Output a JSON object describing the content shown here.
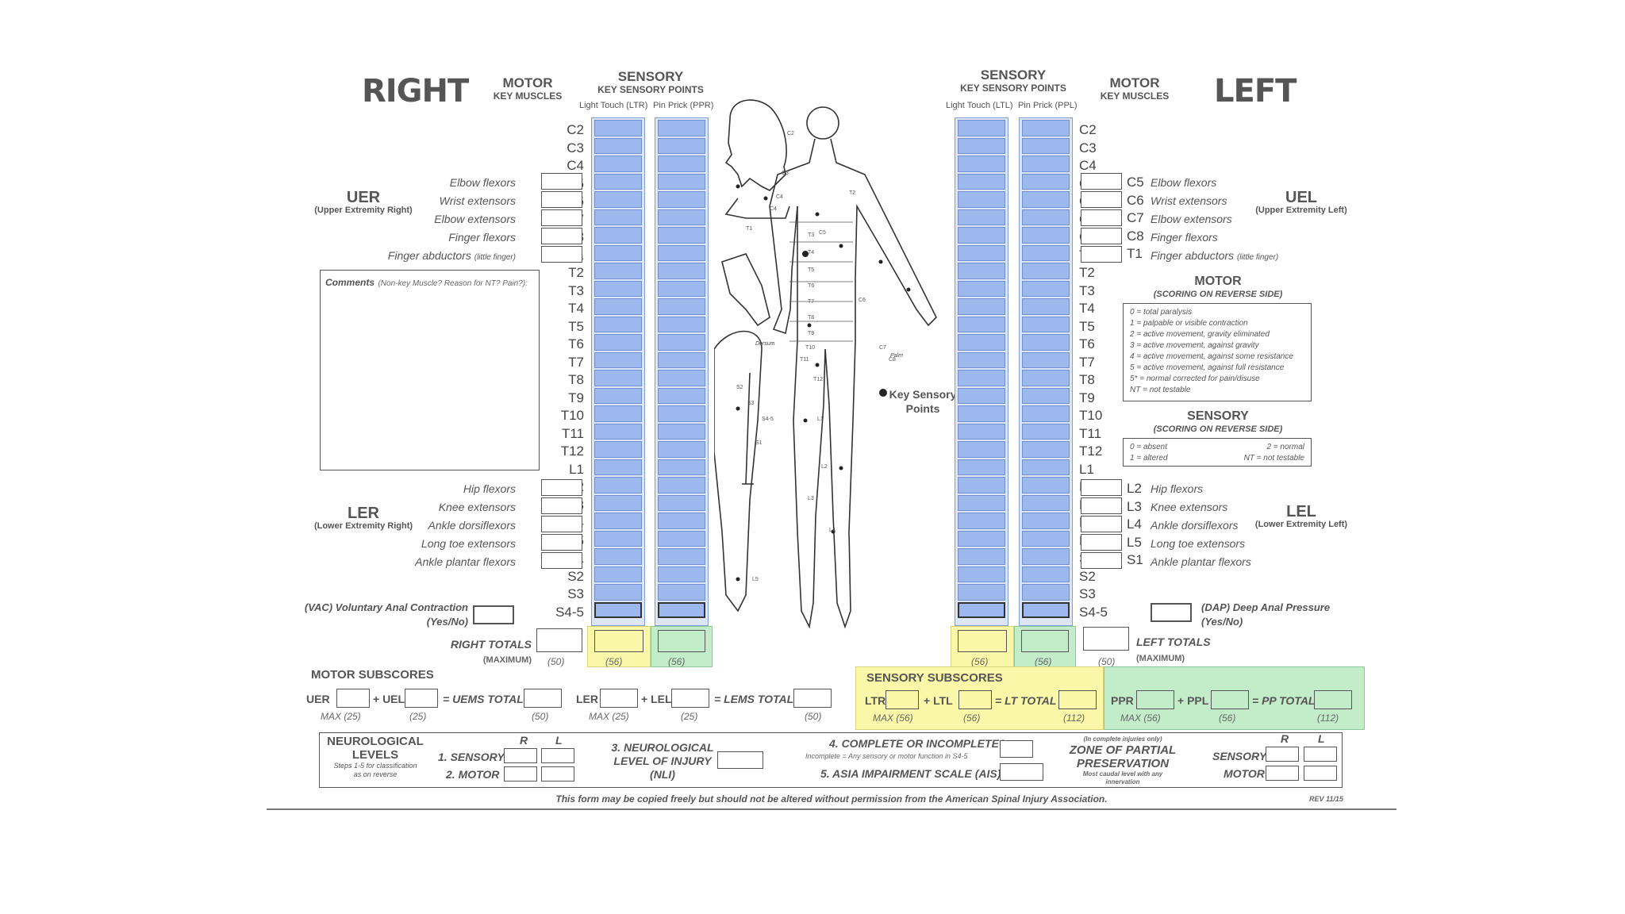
{
  "right": {
    "title": "RIGHT",
    "motor_header": "MOTOR",
    "motor_sub": "KEY MUSCLES",
    "sensory_header": "SENSORY",
    "sensory_sub": "KEY SENSORY POINTS",
    "ltr_label": "Light Touch (LTR)",
    "ppr_label": "Pin Prick (PPR)",
    "uer": "UER",
    "uer_sub": "(Upper Extremity Right)",
    "ler": "LER",
    "ler_sub": "(Lower Extremity Right)",
    "comments_title": "Comments",
    "comments_sub": "(Non-key Muscle? Reason for NT? Pain?):",
    "vac": "(VAC) Voluntary Anal Contraction",
    "vac_sub": "(Yes/No)",
    "totals_label": "RIGHT TOTALS",
    "maximum_label": "(MAXIMUM)",
    "max_motor": "(50)",
    "max_ltr": "(56)",
    "max_ppr": "(56)",
    "upper_muscles": [
      "Elbow flexors",
      "Wrist extensors",
      "Elbow extensors",
      "Finger flexors",
      "Finger abductors"
    ],
    "little_finger": "(little finger)",
    "lower_muscles": [
      "Hip flexors",
      "Knee extensors",
      "Ankle dorsiflexors",
      "Long toe extensors",
      "Ankle plantar flexors"
    ]
  },
  "left": {
    "title": "LEFT",
    "motor_header": "MOTOR",
    "motor_sub": "KEY MUSCLES",
    "sensory_header": "SENSORY",
    "sensory_sub": "KEY SENSORY POINTS",
    "ltl_label": "Light Touch (LTL)",
    "ppl_label": "Pin Prick (PPL)",
    "uel": "UEL",
    "uel_sub": "(Upper Extremity Left)",
    "lel": "LEL",
    "lel_sub": "(Lower Extremity Left)",
    "dap": "(DAP) Deep Anal Pressure",
    "dap_sub": "(Yes/No)",
    "totals_label": "LEFT TOTALS",
    "maximum_label": "(MAXIMUM)",
    "max_motor": "(50)",
    "max_ltl": "(56)",
    "max_ppl": "(56)",
    "upper_muscles": [
      "Elbow flexors",
      "Wrist extensors",
      "Elbow extensors",
      "Finger flexors",
      "Finger abductors"
    ],
    "little_finger": "(little finger)",
    "lower_muscles": [
      "Hip flexors",
      "Knee extensors",
      "Ankle dorsiflexors",
      "Long toe extensors",
      "Ankle plantar flexors"
    ]
  },
  "levels": [
    "C2",
    "C3",
    "C4",
    "C5",
    "C6",
    "C7",
    "C8",
    "T1",
    "T2",
    "T3",
    "T4",
    "T5",
    "T6",
    "T7",
    "T8",
    "T9",
    "T10",
    "T11",
    "T12",
    "L1",
    "L2",
    "L3",
    "L4",
    "L5",
    "S1",
    "S2",
    "S3",
    "S4-5"
  ],
  "motor_legend": {
    "title": "MOTOR",
    "sub": "(SCORING ON REVERSE SIDE)",
    "lines": [
      "0 = total paralysis",
      "1 = palpable or visible contraction",
      "2 = active movement, gravity eliminated",
      "3 = active movement, against gravity",
      "4 = active movement, against some resistance",
      "5 = active movement, against full resistance",
      "5* = normal corrected for pain/disuse",
      "NT = not testable"
    ]
  },
  "sensory_legend": {
    "title": "SENSORY",
    "sub": "(SCORING ON REVERSE SIDE)",
    "lines": [
      "0 = absent",
      "1 = altered",
      "2 = normal",
      "NT = not testable"
    ]
  },
  "key_points": "Key Sensory",
  "key_points2": "Points",
  "body": {
    "dorsum": "Dorsum",
    "palm": "Palm",
    "labels": [
      "C2",
      "C3",
      "C4",
      "C4",
      "C5",
      "C6",
      "C7",
      "C8",
      "T1",
      "T2",
      "T3",
      "T4",
      "T5",
      "T6",
      "T7",
      "T8",
      "T9",
      "T10",
      "T11",
      "T12",
      "L1",
      "L2",
      "L3",
      "L4",
      "L5",
      "S1",
      "S2",
      "S3",
      "S4-5"
    ]
  },
  "motor_subscores": {
    "title": "MOTOR SUBSCORES",
    "uer": "UER",
    "uel": "+ UEL",
    "uems": "= UEMS TOTAL",
    "ler": "LER",
    "lel": "+ LEL",
    "lems": "= LEMS TOTAL",
    "max_uer": "MAX (25)",
    "max_uel": "(25)",
    "max_uems": "(50)",
    "max_ler": "MAX (25)",
    "max_lel": "(25)",
    "max_lems": "(50)"
  },
  "sensory_subscores": {
    "title": "SENSORY SUBSCORES",
    "ltr": "LTR",
    "ltl": "+ LTL",
    "lt_total": "= LT TOTAL",
    "ppr": "PPR",
    "ppl": "+ PPL",
    "pp_total": "= PP TOTAL",
    "max_ltr": "MAX (56)",
    "max_ltl": "(56)",
    "max_lt": "(112)",
    "max_ppr": "MAX (56)",
    "max_ppl": "(56)",
    "max_pp": "(112)"
  },
  "neuro": {
    "title1": "NEUROLOGICAL",
    "title2": "LEVELS",
    "steps": "Steps 1-5 for classification",
    "steps2": "as on reverse",
    "r": "R",
    "l": "L",
    "sensory": "1. SENSORY",
    "motor": "2. MOTOR",
    "nli1": "3. NEUROLOGICAL",
    "nli2": "LEVEL OF INJURY",
    "nli3": "(NLI)",
    "complete": "4. COMPLETE OR INCOMPLETE?",
    "incomplete_note": "Incomplete = Any sensory or motor function in S4-5",
    "ais": "5. ASIA IMPAIRMENT SCALE (AIS)",
    "zpp_note": "(In complete injuries only)",
    "zpp1": "ZONE OF PARTIAL",
    "zpp2": "PRESERVATION",
    "zpp_sub": "Most caudal level with any innervation",
    "zr": "R",
    "zl": "L",
    "zsensory": "SENSORY",
    "zmotor": "MOTOR"
  },
  "footer": "This form may be copied freely but should not be altered without permission from the American Spinal Injury Association.",
  "rev": "REV 11/15",
  "colors": {
    "blue": "#9db8ec",
    "yellow": "#fbf7a8",
    "green": "#c3ecc9"
  }
}
